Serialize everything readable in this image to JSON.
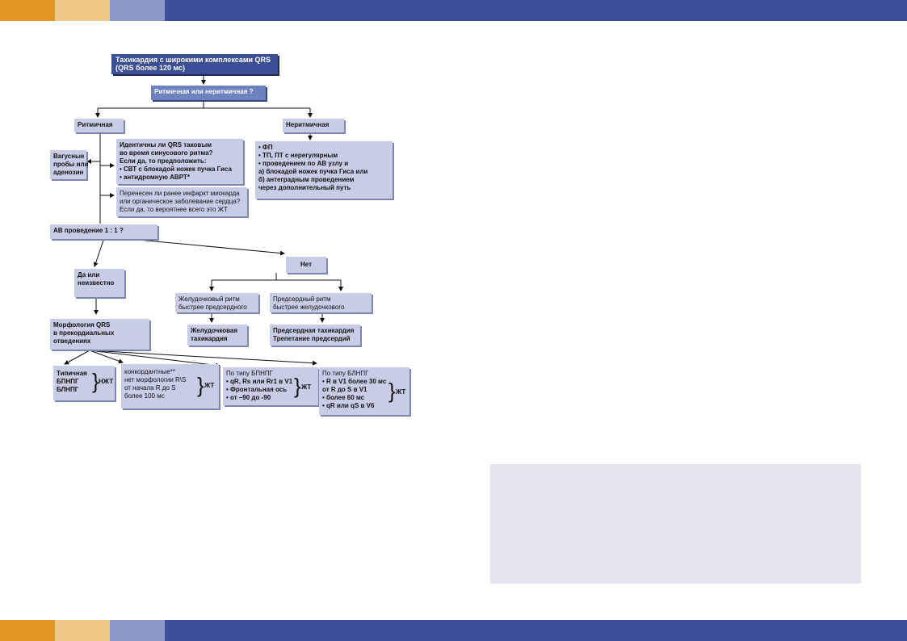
{
  "colors": {
    "bar": "#3b4e96",
    "seg1": "#e19524",
    "seg2": "#edc886",
    "seg3": "#8d97c8",
    "box": "#c8cde6",
    "box_dark": "#3b4e96",
    "box_mid": "#6e82c0",
    "note": "#e4e5f0"
  },
  "diagram": {
    "start": [
      "Тахикардия с широкими комплексами QRS",
      "(QRS более 120 мс)"
    ],
    "q_rhythm": [
      "Ритмичная или неритмичная ?"
    ],
    "rhythmic": [
      "Ритмичная"
    ],
    "nonrhythmic": [
      "Неритмичная"
    ],
    "vagal": [
      "Вагусные",
      "пробы или",
      "аденозин"
    ],
    "identical": [
      "Идентичны ли QRS таковым",
      "во время синусового ритма?",
      "Если да, то предположить:",
      "• СВТ с блокадой ножек пучка Гиса",
      "• антидромную АВРТ*"
    ],
    "infarct": [
      "Перенесен ли ранее инфаркт миокарда",
      "или органическое заболевание сердца?",
      "Если да, то вероятнее всего это ЖТ"
    ],
    "fp": [
      "• ФП",
      "• ТП, ПТ с нерегулярным",
      "• проведением по АВ узлу и",
      "а) блокадой ножек пучка Гиса или",
      "б) антеградным проведением",
      "через дополнительный путь"
    ],
    "av": [
      "АВ проведение 1 : 1 ?"
    ],
    "no": [
      "Нет"
    ],
    "yes": [
      "Да или",
      "неизвестно"
    ],
    "vent_faster": [
      "Желудочковый ритм",
      "быстрее предсердного"
    ],
    "atr_faster": [
      "Предсердный ритм",
      "быстрее желудочкового"
    ],
    "vt": [
      "Желудочковая",
      "тахикардия"
    ],
    "at": [
      "Предсердная тахикардия",
      "Трепетание предсердий"
    ],
    "morph": [
      "Морфология QRS",
      "в прекордиальных",
      "отведениях"
    ],
    "b1": [
      "Типичная",
      "БПНПГ",
      "БЛНПГ"
    ],
    "b1_tag": "НЖТ",
    "b2": [
      "конкордантные**",
      "нет морфологии R\\S",
      "от начала R до S",
      "более 100 мс"
    ],
    "b2_tag": "ЖТ",
    "b3": [
      "По типу БПНПГ",
      "• qR, Rs или Rr1 в V1",
      "• Фронтальная ось",
      "• от –90 до -90"
    ],
    "b3_tag": "ЖТ",
    "b4": [
      "По типу БЛНПГ",
      "• R в V1 более 30 мс",
      "   от R до S в V1",
      "• более 60 мс",
      "• qR или qS в V6"
    ],
    "b4_tag": "ЖТ"
  }
}
